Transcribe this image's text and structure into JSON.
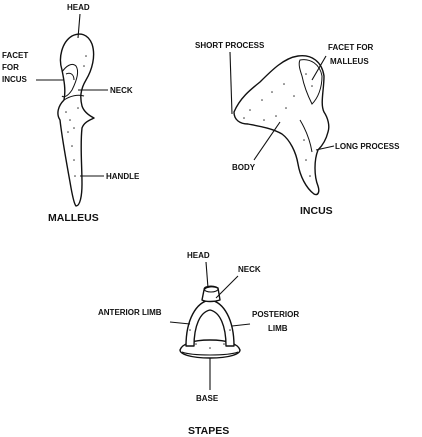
{
  "malleus": {
    "caption": "MALLEUS",
    "labels": {
      "head": "HEAD",
      "facet": [
        "FACET",
        "FOR",
        "INCUS"
      ],
      "neck": "NECK",
      "handle": "HANDLE"
    }
  },
  "incus": {
    "caption": "INCUS",
    "labels": {
      "short_process": "SHORT PROCESS",
      "facet": [
        "FACET FOR",
        "MALLEUS"
      ],
      "body": "BODY",
      "long_process": "LONG PROCESS"
    }
  },
  "stapes": {
    "caption": "STAPES",
    "labels": {
      "head": "HEAD",
      "neck": "NECK",
      "anterior_limb": "ANTERIOR LIMB",
      "posterior_limb": [
        "POSTERIOR",
        "LIMB"
      ],
      "base": "BASE"
    }
  }
}
